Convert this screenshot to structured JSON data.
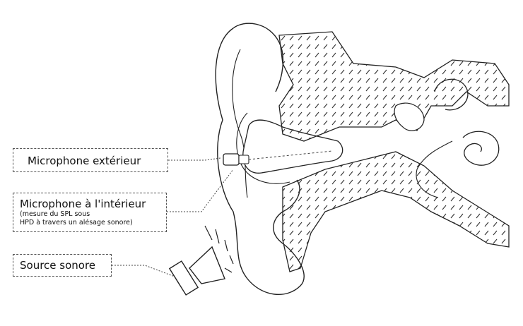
{
  "labels": {
    "exterior_microphone": "Microphone extérieur",
    "interior_microphone": "Microphone à l'intérieur",
    "interior_note_line1": "(mesure du SPL sous",
    "interior_note_line2": "HPD à travers un alésage sonore)",
    "sound_source": "Source sonore"
  },
  "colors": {
    "line": "#222222",
    "hatch": "#333333",
    "background": "#ffffff"
  }
}
